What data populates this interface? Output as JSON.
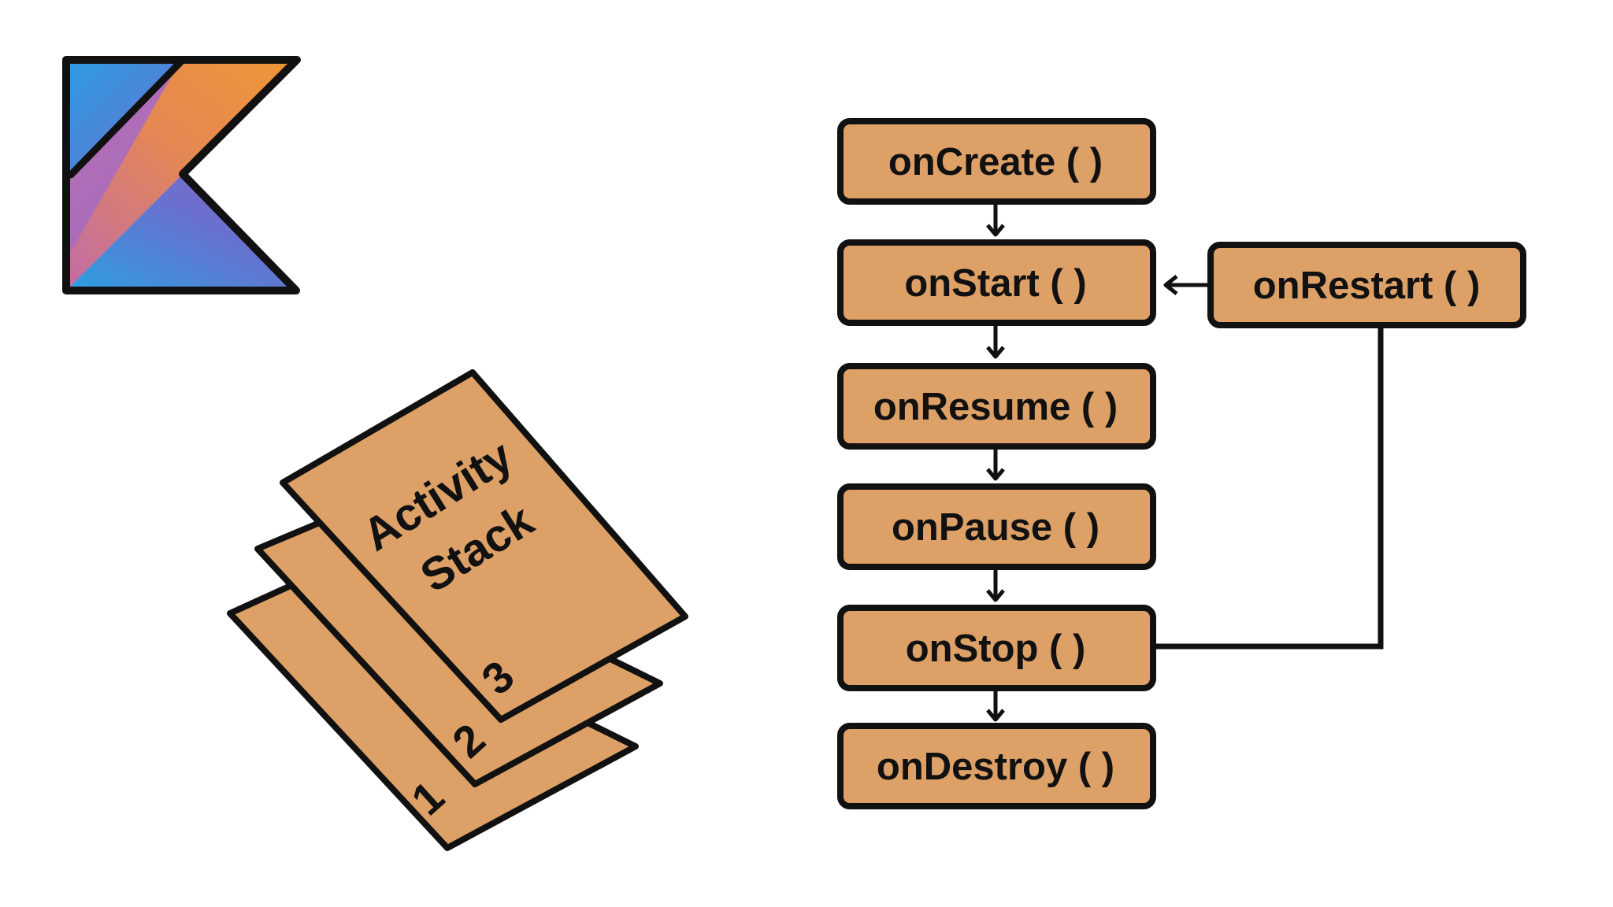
{
  "colors": {
    "box_fill": "#DDA066",
    "stroke": "#111111",
    "background": "#FFFFFF",
    "logo_blue": "#2F9BE0",
    "logo_purple": "#7C67C7",
    "logo_pink": "#B86FB0",
    "logo_orange": "#F3952B"
  },
  "logo": {
    "icon": "kotlin-logo-icon"
  },
  "activity_stack": {
    "title_line1": "Activity",
    "title_line2": "Stack",
    "pages": [
      {
        "number": "1"
      },
      {
        "number": "2"
      },
      {
        "number": "3"
      }
    ]
  },
  "lifecycle": {
    "on_create": "onCreate ( )",
    "on_start": "onStart ( )",
    "on_resume": "onResume ( )",
    "on_pause": "onPause ( )",
    "on_stop": "onStop ( )",
    "on_destroy": "onDestroy ( )",
    "on_restart": "onRestart ( )"
  }
}
